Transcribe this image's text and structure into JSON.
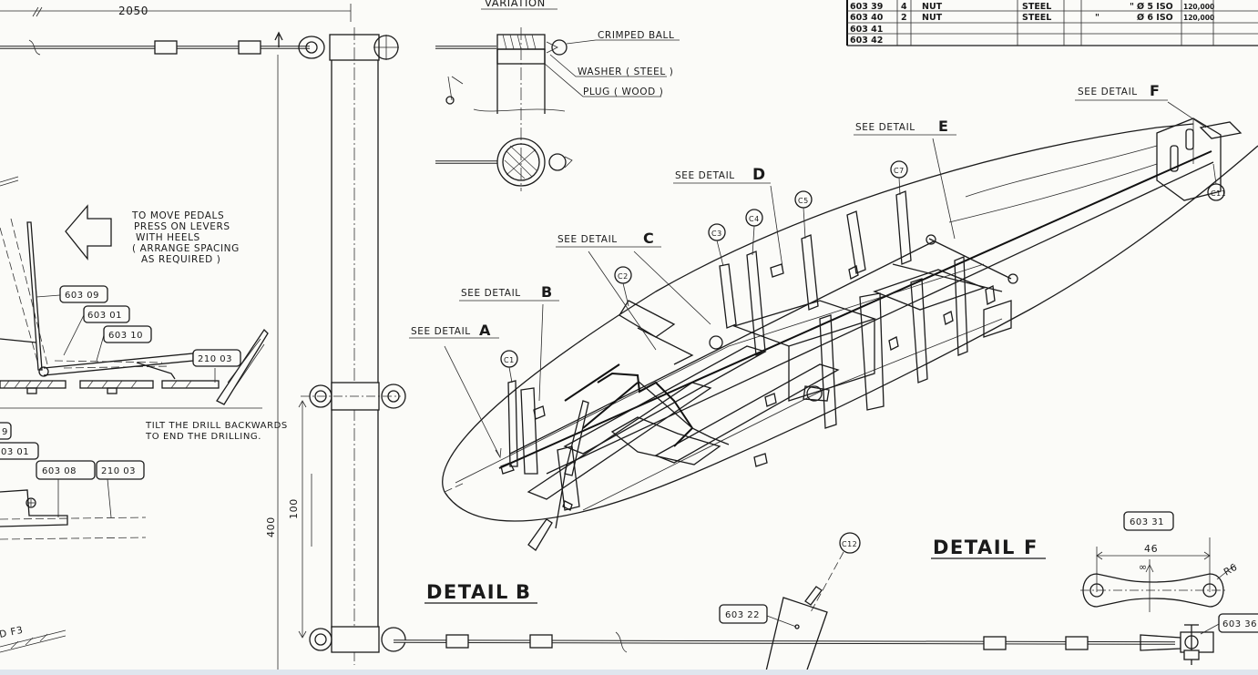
{
  "dims": {
    "d2050": "2050",
    "d400": "400",
    "d100": "100",
    "d46": "46",
    "r6": "R6",
    "inf": "∞"
  },
  "notes": {
    "variation": "VARIATION",
    "crimped_ball": "CRIMPED BALL",
    "washer": "WASHER ( STEEL )",
    "plug": "PLUG ( WOOD )",
    "pedals": [
      "TO MOVE PEDALS",
      "PRESS ON LEVERS",
      "WITH HEELS",
      "( ARRANGE SPACING",
      "AS REQUIRED )"
    ],
    "tilt": [
      "TILT THE DRILL BACKWARDS",
      "TO END THE DRILLING."
    ],
    "f3": "D  F3"
  },
  "see_details": {
    "a": "SEE DETAIL",
    "a_letter": "A",
    "b": "SEE DETAIL",
    "b_letter": "B",
    "c": "SEE DETAIL",
    "c_letter": "C",
    "d": "SEE DETAIL",
    "d_letter": "D",
    "e": "SEE DETAIL",
    "e_letter": "E",
    "f": "SEE DETAIL",
    "f_letter": "F"
  },
  "detail_titles": {
    "b": "DETAIL",
    "b_letter": "B",
    "f": "DETAIL",
    "f_letter": "F"
  },
  "parts": {
    "p60309a": "603 09",
    "p60301a": "603 01",
    "p60310": "603 10",
    "p21003a": "210 03",
    "p9": "9",
    "p60301b": "03 01",
    "p60308": "603 08",
    "p21003b": "210 03",
    "p60322": "603 22",
    "p60331": "603 31",
    "p60336": "603 36"
  },
  "stations": {
    "c1": "C1",
    "c2": "C2",
    "c3": "C3",
    "c4": "C4",
    "c5": "C5",
    "c7": "C7",
    "c11": "C11",
    "c12": "C12"
  },
  "parts_table": {
    "rows": [
      {
        "no": "603 39",
        "qty": "4",
        "name": "NUT",
        "mat": "STEEL",
        "q": "\"",
        "spec": "Ø 5 ISO",
        "ref": "120,000"
      },
      {
        "no": "603 40",
        "qty": "2",
        "name": "NUT",
        "mat": "STEEL",
        "q": "\"",
        "spec": "Ø 6 ISO",
        "ref": "120,000"
      },
      {
        "no": "603 41",
        "qty": "",
        "name": "",
        "mat": "",
        "q": "",
        "spec": "",
        "ref": ""
      },
      {
        "no": "603 42",
        "qty": "",
        "name": "",
        "mat": "",
        "q": "",
        "spec": "",
        "ref": ""
      }
    ]
  }
}
